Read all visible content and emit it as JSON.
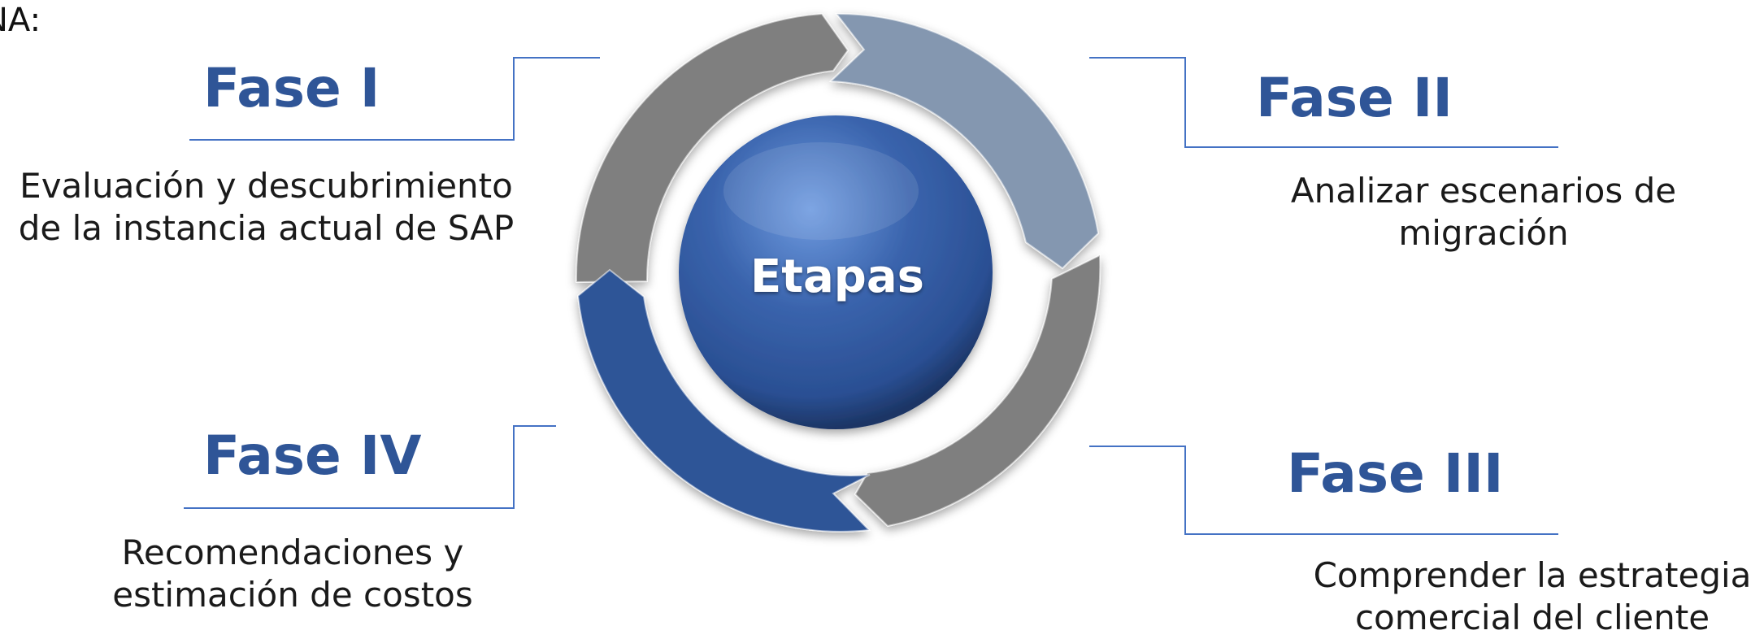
{
  "fragment_text": "NA:",
  "center_label": "Etapas",
  "phases": [
    {
      "title": "Fase I",
      "lines": [
        "Evaluación y descubrimiento",
        "de la instancia actual de SAP"
      ]
    },
    {
      "title": "Fase II",
      "lines": [
        "Analizar escenarios de",
        "migración"
      ]
    },
    {
      "title": "Fase III",
      "lines": [
        "Comprender la estrategia",
        "comercial del cliente"
      ]
    },
    {
      "title": "Fase IV",
      "lines": [
        "Recomendaciones y",
        "estimación de costos"
      ]
    }
  ],
  "colors": {
    "title_blue": "#2f5597",
    "connector_blue": "#4472c4",
    "arrow_gray": "#7f7f7f",
    "arrow_light_blue": "#8497b0",
    "arrow_dark_blue": "#2f5597",
    "center_circle": "#2f5597"
  }
}
